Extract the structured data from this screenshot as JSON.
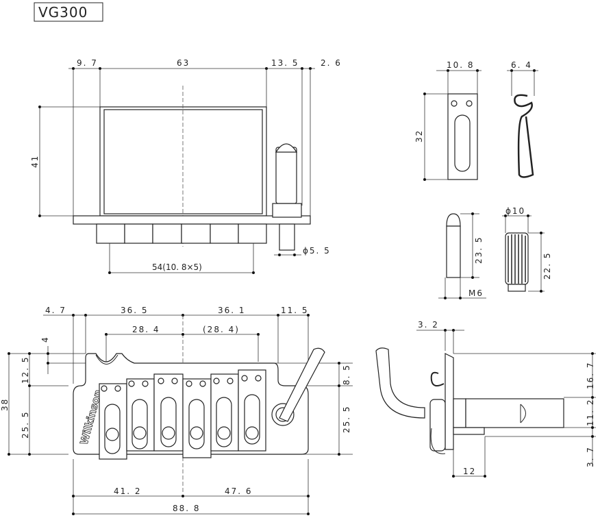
{
  "title": "VG300",
  "top_view": {
    "d1": "9. 7",
    "d2": "63",
    "d3": "13. 5",
    "d4": "2. 6",
    "height": "41",
    "saddle_span": "54(10. 8×5)",
    "stud_dia": "ϕ5. 5"
  },
  "clip_parts": {
    "clip_width": "10. 8",
    "clip_height": "32",
    "spring_width": "6. 4"
  },
  "pin_parts": {
    "pin_length": "23. 5",
    "pin_thread": "M6",
    "knob_dia": "ϕ10",
    "knob_length": "22. 5"
  },
  "front_view": {
    "d_left": "4. 7",
    "d_half_left": "36. 5",
    "d_half_right": "36. 1",
    "d_right": "11. 5",
    "string_left": "28. 4",
    "string_right": "(28. 4)",
    "v_4": "4",
    "v_12_5": "12. 5",
    "v_25_5_left": "25. 5",
    "v_38": "38",
    "v_8_5": "8. 5",
    "v_25_5_right": "25. 5",
    "b_left": "41. 2",
    "b_right": "47. 6",
    "b_total": "88. 8",
    "logo": "Wilkinson"
  },
  "side_view": {
    "d_plate": "3. 2",
    "v_16_7": "16. 7",
    "v_11_2": "11. 2",
    "v_3_7": "3. 7",
    "d_12": "12"
  }
}
